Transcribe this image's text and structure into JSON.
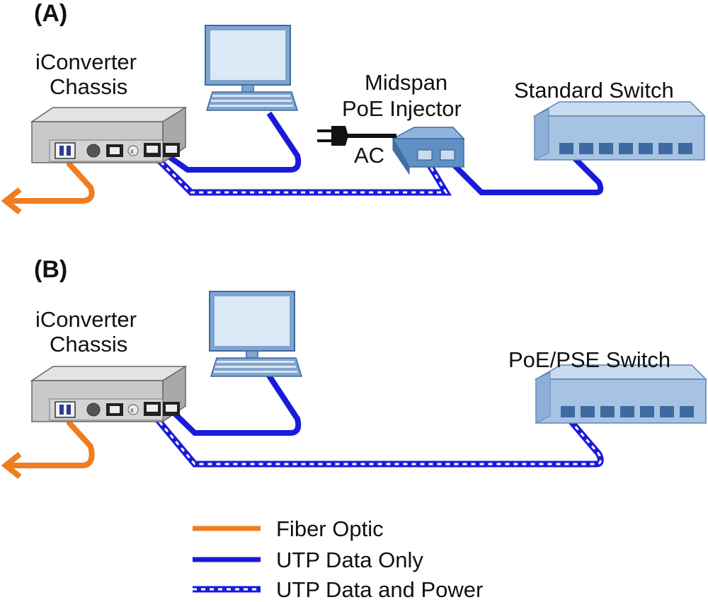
{
  "colors": {
    "fiber": "#f07d1f",
    "utp": "#1a1adb",
    "utp_power_dash": "#ffffff",
    "chassis_top": "#d9d9d9",
    "chassis_front": "#c4c4c4",
    "switch_top": "#b9cfe6",
    "switch_front": "#9bbadb",
    "injector": "#5f8fc4",
    "monitor_screen": "#dbe8f6",
    "monitor_frame": "#7fa4cf"
  },
  "panels": [
    {
      "tag": "(A)",
      "chassis_label": [
        "iConverter",
        "Chassis"
      ],
      "injector_label": [
        "Midspan",
        "PoE Injector"
      ],
      "ac_label": "AC",
      "switch_label": "Standard Switch"
    },
    {
      "tag": "(B)",
      "chassis_label": [
        "iConverter",
        "Chassis"
      ],
      "switch_label": "PoE/PSE Switch"
    }
  ],
  "legend": [
    {
      "type": "fiber",
      "label": "Fiber Optic"
    },
    {
      "type": "utp",
      "label": "UTP Data Only"
    },
    {
      "type": "utp_power",
      "label": "UTP Data and Power"
    }
  ]
}
